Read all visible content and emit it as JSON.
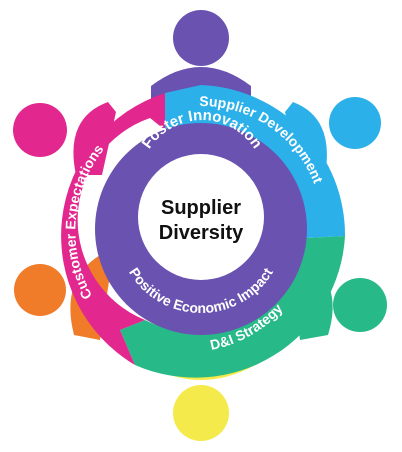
{
  "center": {
    "line1": "Supplier",
    "line2": "Diversity"
  },
  "inner_ring": {
    "top": "Foster Innovation",
    "bottom": "Positive Economic Impact",
    "color": "#6a52b0"
  },
  "outer_ring": [
    {
      "label": "Supplier Development",
      "color": "#2bb0ea"
    },
    {
      "label": "D&I Strategy",
      "color": "#27b987"
    },
    {
      "label": "Customer Expectations",
      "color": "#e2288f"
    }
  ],
  "figures": [
    {
      "name": "top",
      "color": "#6a52b0"
    },
    {
      "name": "upper-right",
      "color": "#2bb0ea"
    },
    {
      "name": "lower-right",
      "color": "#27b987"
    },
    {
      "name": "bottom",
      "color": "#f5ea4b"
    },
    {
      "name": "lower-left",
      "color": "#f07c2a"
    },
    {
      "name": "upper-left",
      "color": "#e2288f"
    }
  ]
}
